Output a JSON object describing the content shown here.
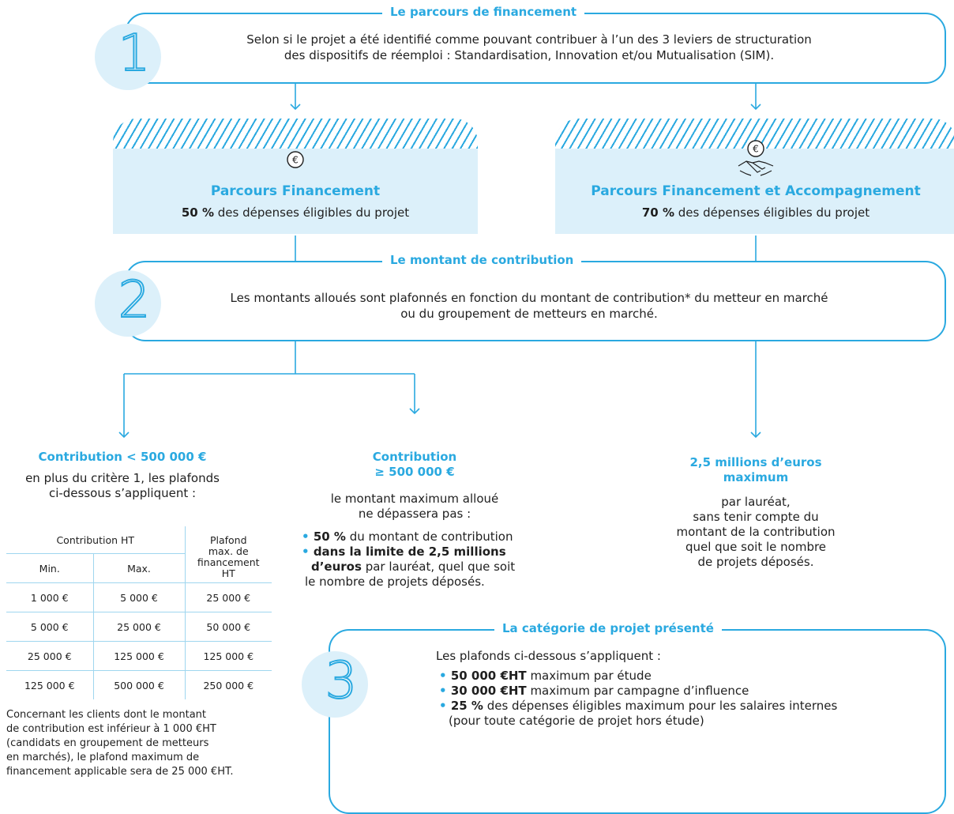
{
  "section1": {
    "title": "Le parcours de financement",
    "number": "1",
    "line1": "Selon si le projet a été identifié comme pouvant contribuer à l’un des 3 leviers de structuration",
    "line2": "des dispositifs de réemploi : Standardisation, Innovation et/ou Mutualisation (SIM)."
  },
  "parcours_left": {
    "icon": "euro-icon",
    "title": "Parcours Financement",
    "percent": "50 %",
    "text": " des dépenses éligibles du projet"
  },
  "parcours_right": {
    "icon": "handshake-euro-icon",
    "title": "Parcours Financement et Accompagnement",
    "percent": "70 %",
    "text": " des dépenses éligibles du projet"
  },
  "section2": {
    "title": "Le montant de contribution",
    "number": "2",
    "line1": "Les montants alloués sont plafonnés en fonction du montant de contribution* du metteur en marché",
    "line2": "ou du groupement de metteurs en marché."
  },
  "col1": {
    "title": "Contribution < 500 000 €",
    "text1": "en plus du critère 1, les plafonds",
    "text2": "ci-dessous s’appliquent :",
    "table": {
      "header_group": "Contribution HT",
      "header_min": "Min.",
      "header_max": "Max.",
      "header_plafond_1": "Plafond",
      "header_plafond_2": "max. de",
      "header_plafond_3": "financement",
      "header_plafond_4": "HT",
      "rows": [
        [
          "1 000 €",
          "5 000 €",
          "25 000 €"
        ],
        [
          "5 000 €",
          "25 000 €",
          "50 000 €"
        ],
        [
          "25 000 €",
          "125 000 €",
          "125 000 €"
        ],
        [
          "125 000 €",
          "500 000 €",
          "250 000 €"
        ]
      ]
    },
    "note": [
      "Concernant les clients dont le montant",
      "de contribution est inférieur à 1 000 €HT",
      "(candidats en groupement de metteurs",
      "en marchés), le plafond maximum de",
      "financement applicable sera de 25 000 €HT."
    ]
  },
  "col2": {
    "title1": "Contribution",
    "title2": "≥ 500 000 €",
    "text1": "le montant maximum alloué",
    "text2": "ne dépassera pas :",
    "b1_bold": "50 %",
    "b1_text": " du montant de contribution",
    "b2_bold1": "dans la limite de 2,5 millions",
    "b2_bold2": "d’euros",
    "b2_text": " par lauréat, quel que soit",
    "b2_text2": "le nombre de projets déposés."
  },
  "col3": {
    "title1": "2,5 millions d’euros",
    "title2": "maximum",
    "lines": [
      "par lauréat,",
      "sans tenir compte du",
      "montant de la contribution",
      "quel que soit le nombre",
      "de projets déposés."
    ]
  },
  "section3": {
    "title": "La catégorie de projet présenté",
    "number": "3",
    "intro": "Les plafonds ci-dessous s’appliquent :",
    "items": [
      {
        "bold": "50 000 €HT",
        "text": " maximum par étude"
      },
      {
        "bold": "30 000 €HT",
        "text": " maximum par campagne d’influence"
      },
      {
        "bold": "25 %",
        "text": " des dépenses éligibles maximum pour les salaires internes"
      }
    ],
    "item3_line2": "(pour toute catégorie de projet hors étude)"
  },
  "colors": {
    "accent": "#2aa9e0",
    "light": "#dcf0fa"
  }
}
